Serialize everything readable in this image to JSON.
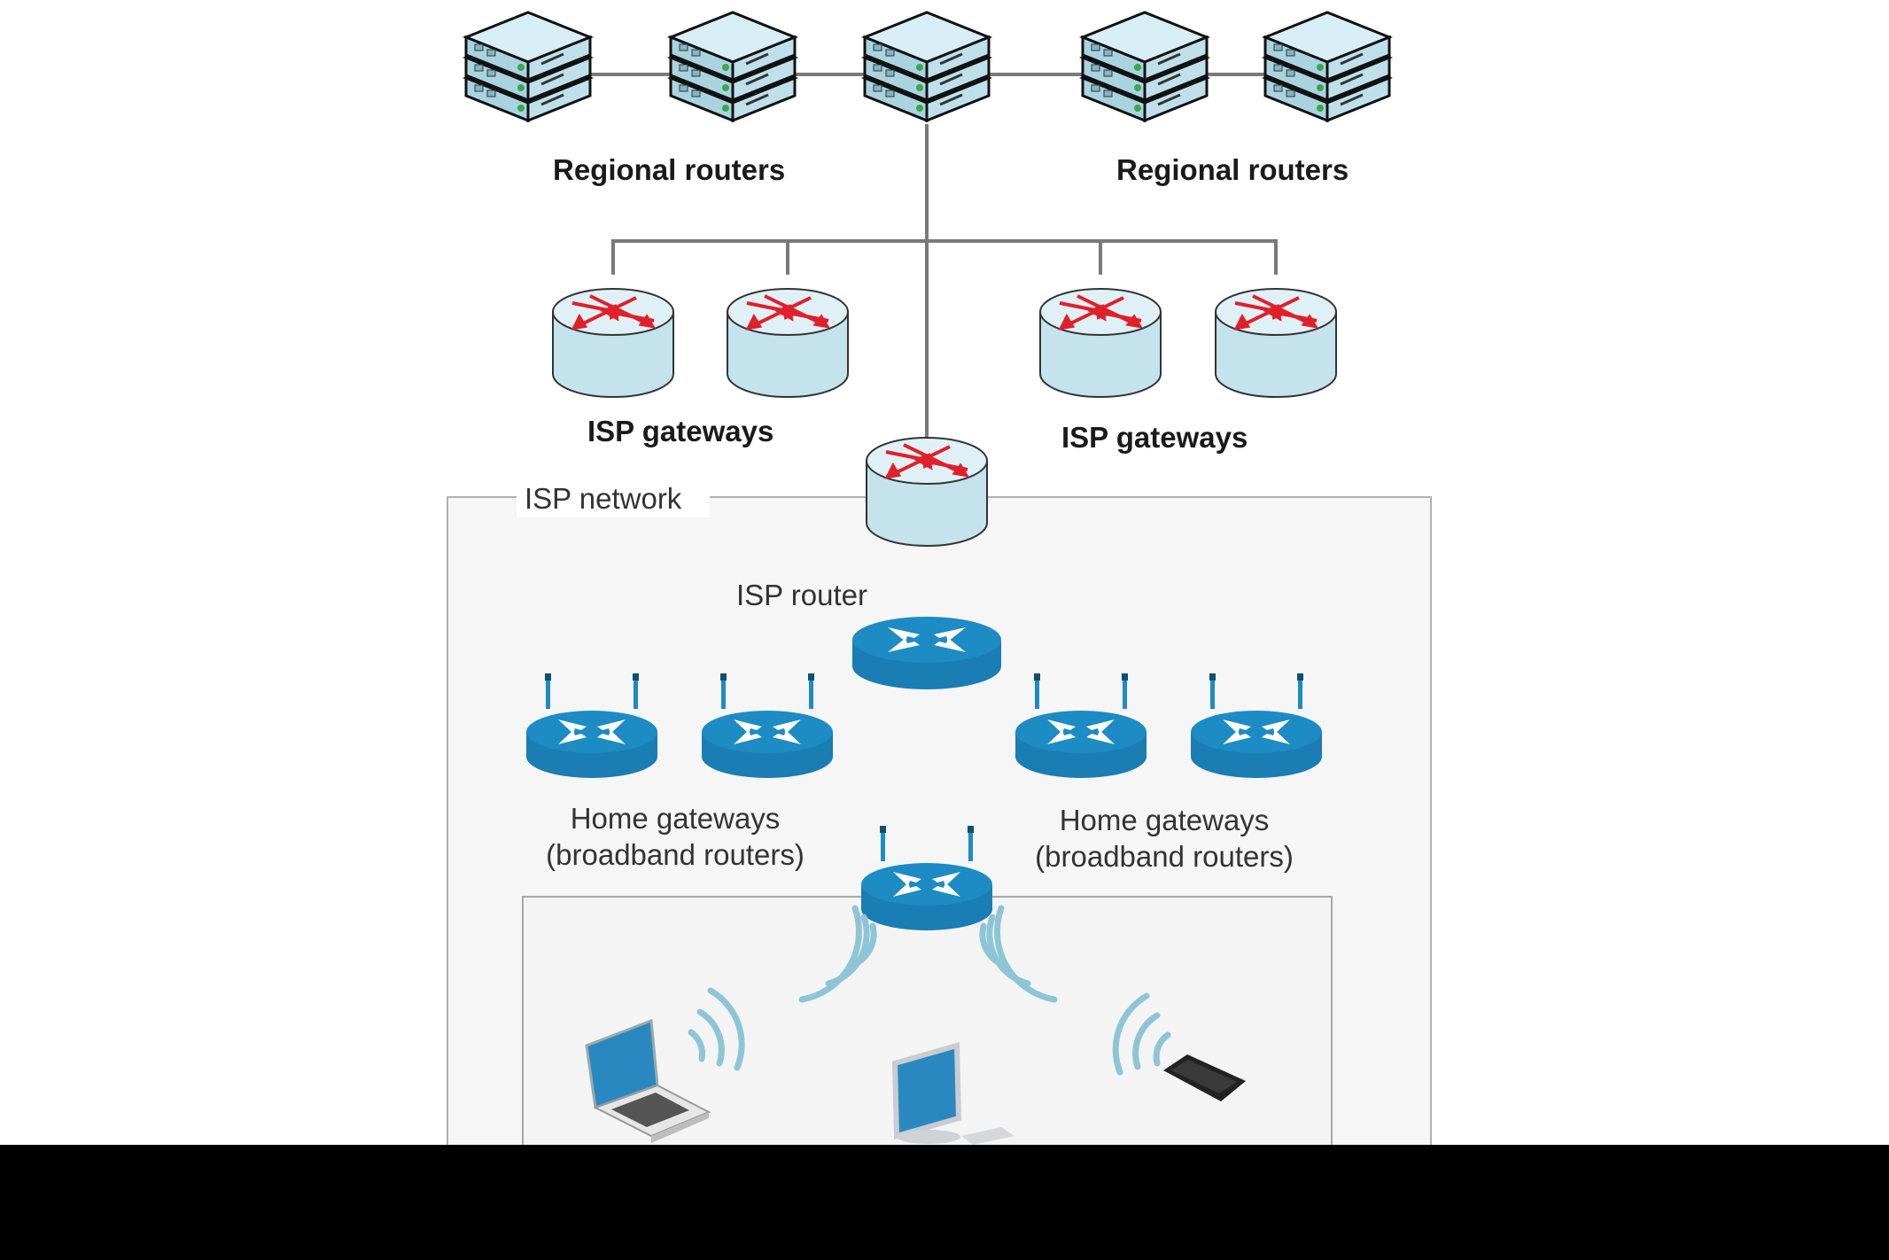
{
  "diagram": {
    "regional_routers_left_label": "Regional routers",
    "regional_routers_right_label": "Regional routers",
    "isp_gateways_left_label": "ISP gateways",
    "isp_gateways_right_label": "ISP gateways",
    "isp_network_label": "ISP network",
    "isp_router_label": "ISP router",
    "home_gateways_left_line1": "Home gateways",
    "home_gateways_left_line2": "(broadband routers)",
    "home_gateways_right_line1": "Home gateways",
    "home_gateways_right_line2": "(broadband routers)"
  },
  "devices": {
    "regional_routers": [
      "server-stack-icon",
      "server-stack-icon",
      "server-stack-icon",
      "server-stack-icon",
      "server-stack-icon"
    ],
    "isp_gateways": [
      "gateway-router-icon",
      "gateway-router-icon",
      "gateway-router-icon",
      "gateway-router-icon"
    ],
    "core_gateway": "gateway-router-icon",
    "isp_router": "router-icon",
    "home_gateways": [
      "wireless-router-icon",
      "wireless-router-icon",
      "wireless-router-icon",
      "wireless-router-icon"
    ],
    "home_router": "wireless-router-icon",
    "end_devices": [
      "laptop-icon",
      "desktop-computer-icon",
      "smartphone-icon"
    ]
  },
  "colors": {
    "line": "#7a7a7a",
    "server_top": "#cfe8f0",
    "gateway_body": "#c9e6ee",
    "gateway_arrow": "#e0202a",
    "cisco_blue": "#1d8bc4",
    "wifi_waves": "#8ec5d6",
    "panel_fill": "#f6f6f6",
    "panel_border": "#b0b0b0"
  }
}
